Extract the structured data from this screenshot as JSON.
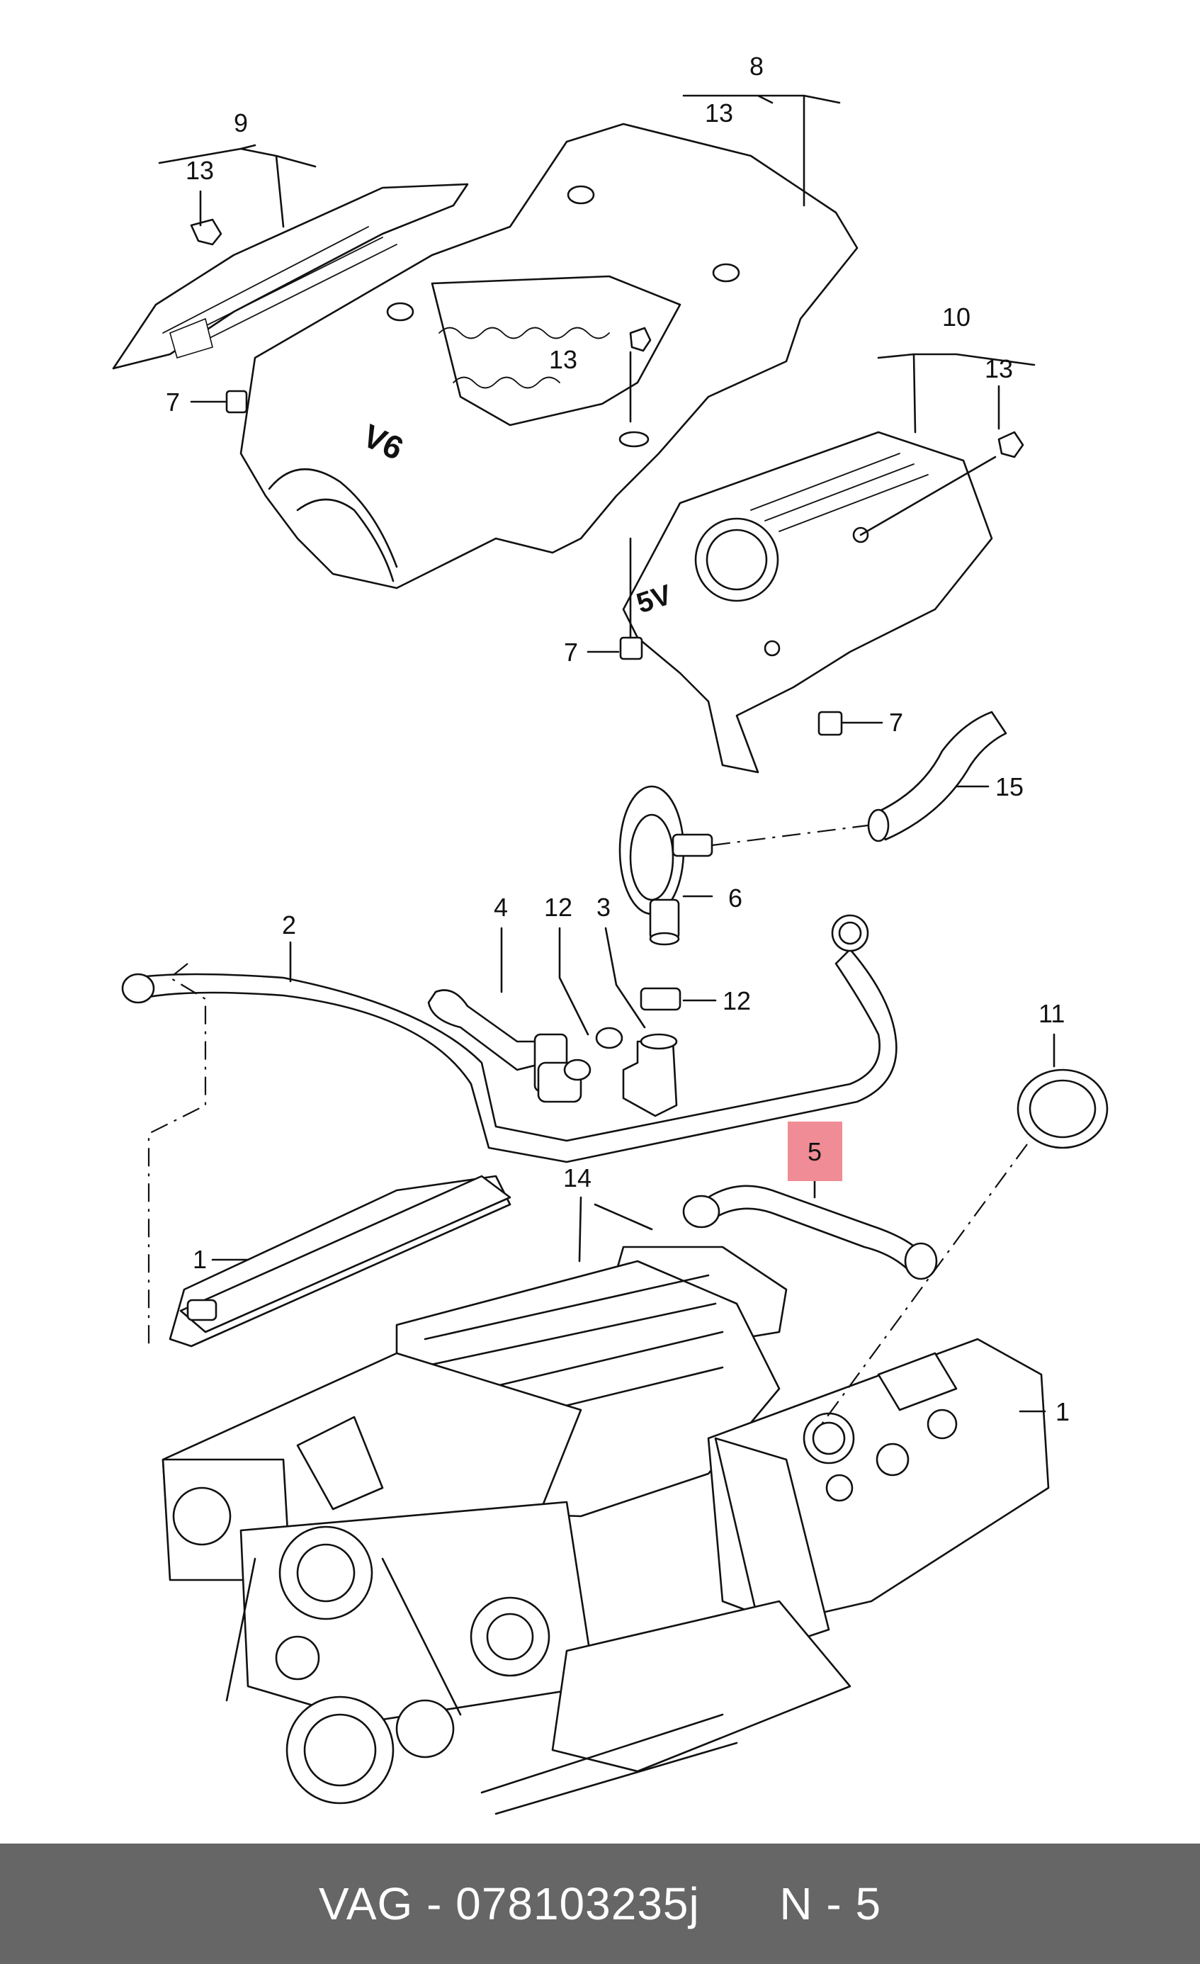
{
  "labels": {
    "l1a": "1",
    "l1b": "1",
    "l2": "2",
    "l3": "3",
    "l4": "4",
    "l5": "5",
    "l6": "6",
    "l7a": "7",
    "l7b": "7",
    "l7c": "7",
    "l8": "8",
    "l9": "9",
    "l10": "10",
    "l11": "11",
    "l12a": "12",
    "l12b": "12",
    "l13a": "13",
    "l13b": "13",
    "l13c": "13",
    "l13d": "13",
    "l14": "14",
    "l15": "15",
    "v6_mark": "V6",
    "v5_mark": "5V"
  },
  "highlight": {
    "part_number_label": "5",
    "color": "#f08c95"
  },
  "footer": {
    "brand": "VAG",
    "sep": " - ",
    "part_number": "078103235j",
    "gap": "      ",
    "position_text": "N - 5",
    "background": "#666666",
    "text_color": "#ffffff"
  }
}
